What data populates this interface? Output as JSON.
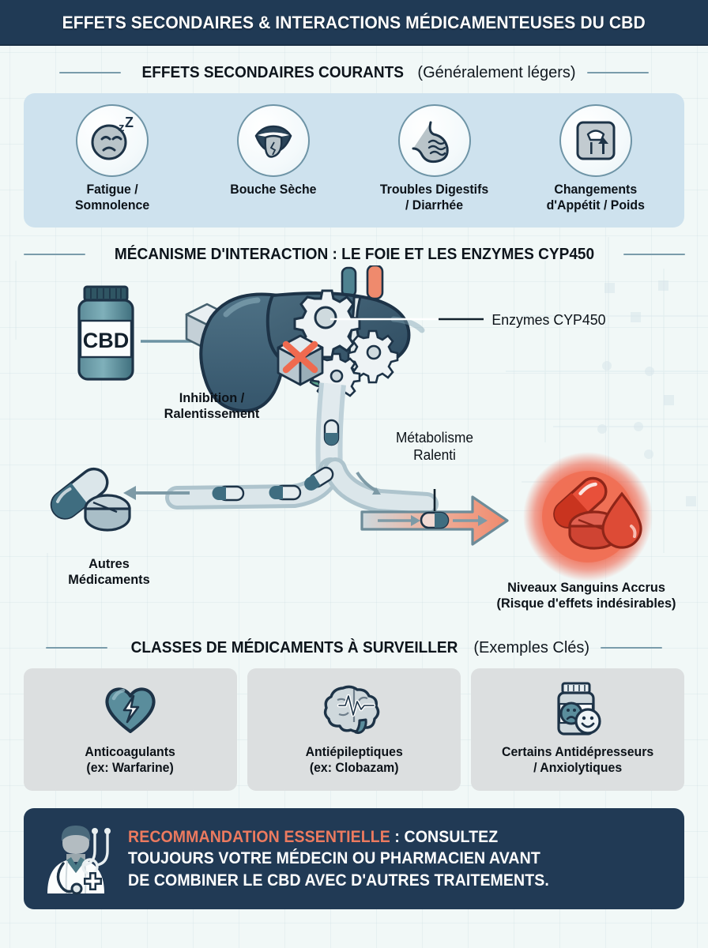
{
  "header": {
    "title": "EFFETS SECONDAIRES & INTERACTIONS MÉDICAMENTEUSES DU CBD",
    "bg_color": "#203a55",
    "text_color": "#ffffff"
  },
  "sections": {
    "side_effects": {
      "title_strong": "EFFETS SECONDAIRES COURANTS",
      "title_light": "(Généralement légers)",
      "panel_color": "#cee2ee",
      "items": [
        {
          "icon": "sleepy-face-icon",
          "label_line1": "Fatigue /",
          "label_line2": "Somnolence"
        },
        {
          "icon": "open-mouth-tongue-icon",
          "label_line1": "Bouche Sèche",
          "label_line2": ""
        },
        {
          "icon": "stomach-icon",
          "label_line1": "Troubles Digestifs",
          "label_line2": "/ Diarrhée"
        },
        {
          "icon": "weight-scale-icon",
          "label_line1": "Changements",
          "label_line2": "d'Appétit / Poids"
        }
      ]
    },
    "mechanism": {
      "title_strong": "MÉCANISME D'INTERACTION : LE FOIE ET LES ENZYMES CYP450",
      "title_light": "",
      "labels": {
        "cbd_bottle": "CBD",
        "inhibition_line1": "Inhibition /",
        "inhibition_line2": "Ralentissement",
        "enzymes": "Enzymes CYP450",
        "slowed_line1": "Métabolisme",
        "slowed_line2": "Ralenti",
        "other_drugs_line1": "Autres",
        "other_drugs_line2": "Médicaments",
        "increased_line1": "Niveaux Sanguins Accrus",
        "increased_line2": "(Risque d'effets indésirables)"
      },
      "colors": {
        "liver": "#3f5f74",
        "liver_dark": "#1d3347",
        "teal": "#4e7d8c",
        "coral": "#ef8a6d",
        "red_glow": "#e8402c",
        "vessel": "#c2d3da"
      }
    },
    "drug_classes": {
      "title_strong": "CLASSES DE MÉDICAMENTS À SURVEILLER",
      "title_light": "(Exemples Clés)",
      "card_color": "#dcdfe0",
      "items": [
        {
          "icon": "heart-bolt-icon",
          "label_line1": "Anticoagulants",
          "label_line2": "(ex: Warfarine)"
        },
        {
          "icon": "brain-ekg-icon",
          "label_line1": "Antiépileptiques",
          "label_line2": "(ex: Clobazam)"
        },
        {
          "icon": "pill-bottle-moods-icon",
          "label_line1": "Certains Antidépresseurs",
          "label_line2": "/ Anxiolytiques"
        }
      ]
    },
    "recommendation": {
      "icon": "doctor-stethoscope-icon",
      "highlight": "RECOMMANDATION ESSENTIELLE",
      "highlight_color": "#ec7a5f",
      "rest_line1": " : CONSULTEZ",
      "line2": "TOUJOURS VOTRE MÉDECIN OU PHARMACIEN AVANT",
      "line3": "DE COMBINER LE CBD AVEC D'AUTRES TRAITEMENTS.",
      "bg_color": "#213a55"
    }
  }
}
